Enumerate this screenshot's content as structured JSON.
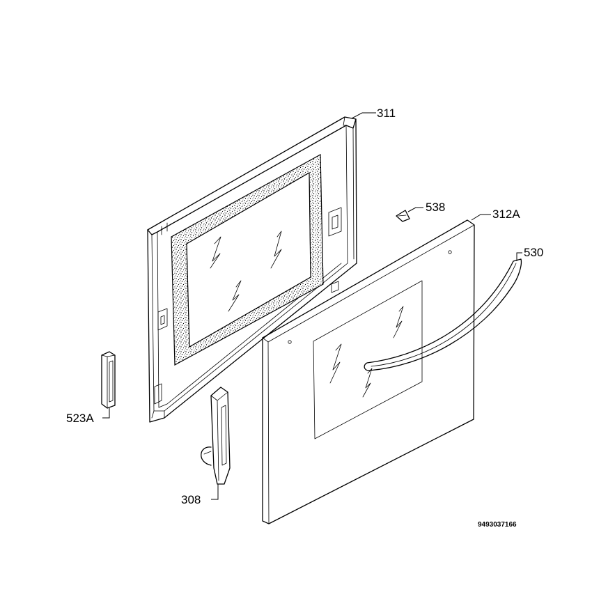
{
  "diagram": {
    "part_labels": {
      "p311": "311",
      "p538": "538",
      "p312a": "312A",
      "p530": "530",
      "p523a": "523A",
      "p308": "308"
    },
    "reference_code": "9493037166"
  }
}
